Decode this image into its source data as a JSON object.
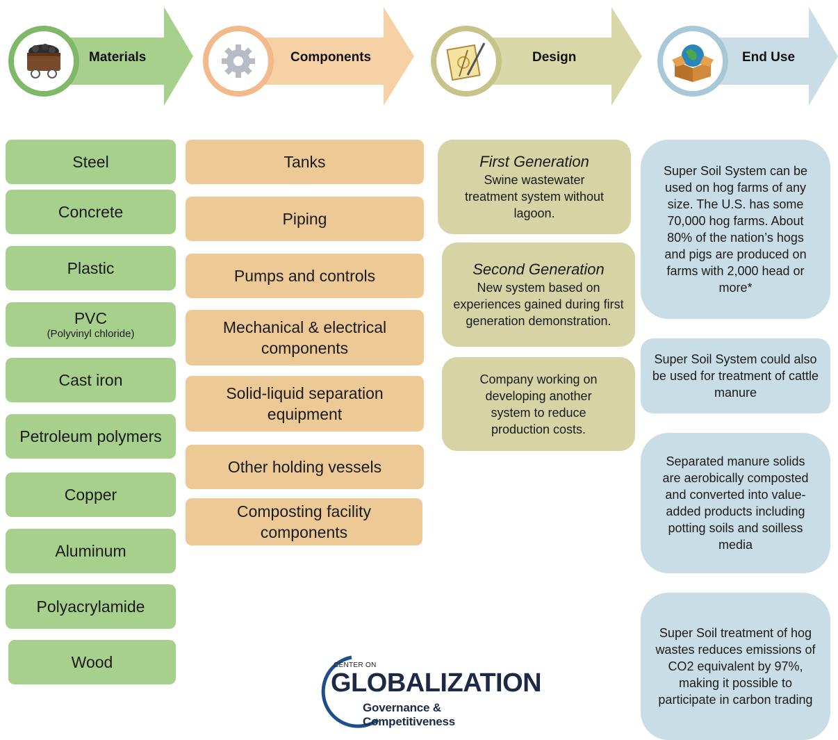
{
  "header": [
    {
      "label": "Materials",
      "icon": "mine-cart-icon",
      "color": "#a7d08c",
      "ring": "#7fb866"
    },
    {
      "label": "Components",
      "icon": "gear-icon",
      "color": "#f6d1a6",
      "ring": "#f2b98a"
    },
    {
      "label": "Design",
      "icon": "drawing-tools-icon",
      "color": "#d8d7a8",
      "ring": "#c7c48a"
    },
    {
      "label": "End Use",
      "icon": "globe-box-icon",
      "color": "#c9dde6",
      "ring": "#a9c8d7"
    }
  ],
  "materials": [
    "Steel",
    "Concrete",
    "Plastic",
    "PVC",
    "Cast iron",
    "Petroleum polymers",
    "Copper",
    "Aluminum",
    "Polyacrylamide",
    "Wood"
  ],
  "materials_pvc_sub": "(Polyvinyl chloride)",
  "components": [
    "Tanks",
    "Piping",
    "Pumps and controls",
    "Mechanical & electrical components",
    "Solid-liquid separation equipment",
    "Other holding vessels",
    "Composting facility components"
  ],
  "design": {
    "first_title": "First Generation",
    "first_text": "Swine wastewater treatment system without lagoon.",
    "second_title": "Second Generation",
    "second_text": "New system based on experiences gained during first generation demonstration.",
    "third_text": "Company working on developing  another system to reduce production costs."
  },
  "end_use": [
    "Super Soil System can be used on hog farms of any size.  The U.S. has some 70,000 hog farms.  About 80% of the nation’s hogs and pigs are produced on farms with 2,000 head or more*",
    "Super Soil System could also be used  for treatment of cattle manure",
    "Separated manure solids are aerobically composted and converted into value-added products including potting soils and soilless media",
    "Super Soil treatment of hog wastes reduces emissions of CO2 equivalent by 97%, making it possible to participate in carbon trading"
  ],
  "logo": {
    "line1": "CENTER ON",
    "line2": "GLOBALIZATION",
    "line3": "Governance & Competitiveness"
  }
}
